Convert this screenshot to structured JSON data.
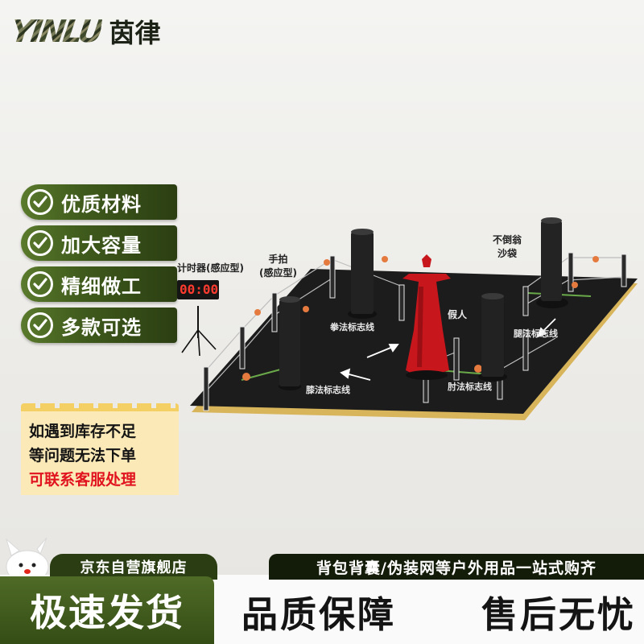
{
  "brand": {
    "logo_text": "YINLU",
    "name": "茵律"
  },
  "features": [
    {
      "label": "优质材料",
      "icon": "check-circle-icon"
    },
    {
      "label": "加大容量",
      "icon": "check-circle-icon"
    },
    {
      "label": "精细做工",
      "icon": "check-circle-icon"
    },
    {
      "label": "多款可选",
      "icon": "check-circle-icon"
    }
  ],
  "note": {
    "line1": "如遇到库存不足",
    "line2": "等问题无法下单",
    "line3": "可联系客服处理"
  },
  "scene": {
    "timer_label": "计时器(感应型)",
    "timer_display": "00:00",
    "hand_target_line1": "手拍",
    "hand_target_line2": "(感应型)",
    "tumbler_line1": "不倒翁",
    "tumbler_line2": "沙袋",
    "dummy": "假人",
    "punch_line": "拳法标志线",
    "kick_line": "腿法标志线",
    "knee_line": "膝法标志线",
    "elbow_line": "肘法标志线"
  },
  "bottom": {
    "store": "京东自营旗舰店",
    "slogan": "背包背囊/伪装网等户外用品一站式购齐",
    "fast_shipping": "极速发货",
    "quality": "品质保障",
    "after_sales": "售后无忧"
  },
  "colors": {
    "army_green": "#3f5a1c",
    "dark_green": "#131b09",
    "note_yellow": "#fbe9b7",
    "alert_red": "#e0131e",
    "mat": "#1c1c1c",
    "mat_edge": "#d8b45a",
    "dummy_red": "#c8161d"
  }
}
